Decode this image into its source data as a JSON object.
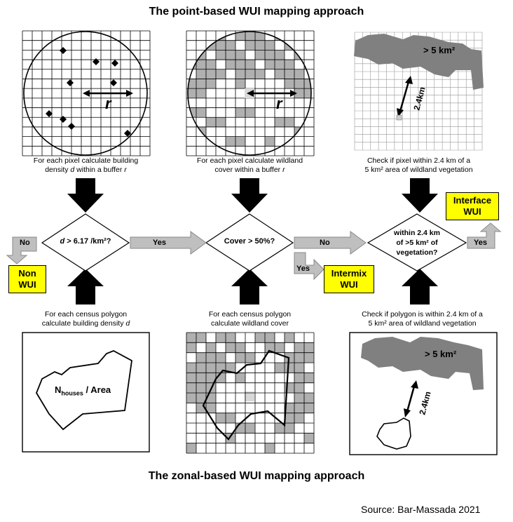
{
  "titles": {
    "top": "The point-based WUI mapping approach",
    "bottom": "The zonal-based WUI mapping approach"
  },
  "captions": {
    "building_density_pixel_1": "For each pixel calculate building",
    "building_density_pixel_2": "density d within a buffer r",
    "wildland_cover_pixel_1": "For each pixel calculate wildland",
    "wildland_cover_pixel_2": "cover within a buffer r",
    "distance_pixel_1": "Check if pixel within 2.4 km of a",
    "distance_pixel_2": "5 km² area of wildland vegetation",
    "building_density_polygon_1": "For each census polygon",
    "building_density_polygon_2": "calculate building density d",
    "wildland_cover_polygon_1": "For each census polygon",
    "wildland_cover_polygon_2": "calculate wildland cover",
    "distance_polygon_1": "Check if polygon is within 2.4 km of a",
    "distance_polygon_2": "5 km² area of wildland vegetation"
  },
  "decisions": {
    "density": "d > 6.17 /km²?",
    "cover": "Cover > 50%?",
    "distance_1": "within 2.4 km",
    "distance_2": "of >5 km² of",
    "distance_3": "vegetation?"
  },
  "arrows": {
    "yes": "Yes",
    "no": "No"
  },
  "outcomes": {
    "non_wui_1": "Non",
    "non_wui_2": "WUI",
    "intermix_1": "Intermix",
    "intermix_2": "WUI",
    "interface_1": "Interface",
    "interface_2": "WUI"
  },
  "panel_labels": {
    "radius": "r",
    "area_label": "> 5 km²",
    "distance": "2.4km",
    "houses_area": "N",
    "houses_sub": "houses",
    "area_text": " / Area"
  },
  "source": "Source: Bar-Massada 2021",
  "colors": {
    "yellow": "#ffff00",
    "gray_fill": "#808080",
    "light_gray": "#b0b0b0",
    "arrow_gray": "#bfbfbf"
  }
}
